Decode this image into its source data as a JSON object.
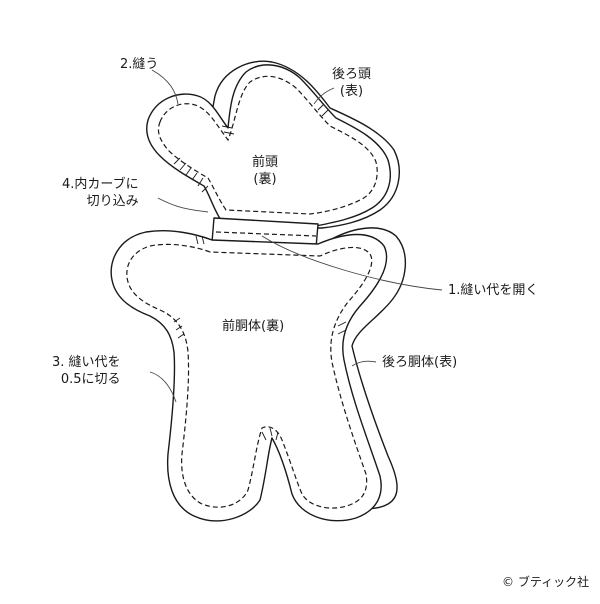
{
  "labels": {
    "step2_sew": "2.縫う",
    "back_head": [
      "後ろ頭",
      "(表)"
    ],
    "front_head": [
      "前頭",
      "(裏)"
    ],
    "step4": [
      "4.内カーブに",
      "切り込み"
    ],
    "step1": "1.縫い代を開く",
    "front_body": "前胴体(裏)",
    "step3": [
      "3. 縫い代を",
      "0.5に切る"
    ],
    "back_body": "後ろ胴体(表)",
    "copyright": "© ブティック社"
  }
}
